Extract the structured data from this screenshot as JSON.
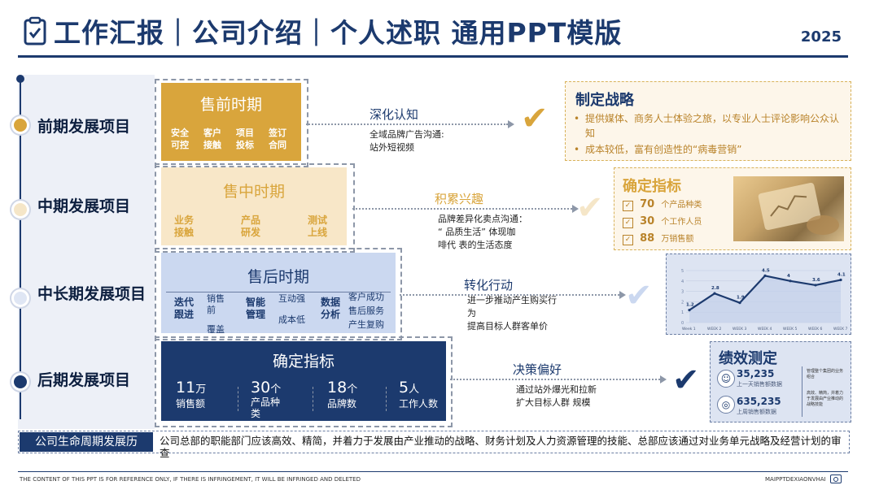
{
  "header": {
    "title": "工作汇报｜公司介绍｜个人述职 通用PPT模版",
    "year": "2025",
    "icon": "clipboard-check-icon"
  },
  "timeline": {
    "phases": [
      {
        "label": "前期发展项目",
        "dot_color": "#d9a53c"
      },
      {
        "label": "中期发展项目",
        "dot_color": "#f5e6c8"
      },
      {
        "label": "中长期发展项目",
        "dot_color": "#dfe6f4"
      },
      {
        "label": "后期发展项目",
        "dot_color": "#1c3a6e"
      }
    ]
  },
  "stages": {
    "presale": {
      "title": "售前时期",
      "items": [
        "安全\n可控",
        "客户\n接触",
        "项目\n投标",
        "签订\n合同"
      ],
      "color": "#d9a53c"
    },
    "midsale": {
      "title": "售中时期",
      "items": [
        "业务\n接触",
        "产品\n研发",
        "测试\n上线"
      ],
      "color": "#f8e7c8"
    },
    "aftersale": {
      "title": "售后时期",
      "groups": [
        {
          "main": "迭代\n跟进",
          "subs": [
            "销售前",
            "覆盖店"
          ]
        },
        {
          "main": "智能\n管理",
          "subs": [
            "互动强",
            "成本低"
          ]
        },
        {
          "main": "数据\n分析",
          "subs": [
            "客户成功",
            "售后服务",
            "产生复购"
          ]
        }
      ],
      "color": "#cbd8f0"
    },
    "metrics": {
      "title": "确定指标",
      "color": "#1c3a6e",
      "items": [
        {
          "num": "11",
          "unit": "万",
          "label": "销售额"
        },
        {
          "num": "30",
          "unit": "个",
          "label": "产品种类"
        },
        {
          "num": "18",
          "unit": "个",
          "label": "品牌数"
        },
        {
          "num": "5",
          "unit": "人",
          "label": "工作人数"
        }
      ]
    }
  },
  "arrows": [
    {
      "title": "深化认知",
      "desc": "全域品牌广告沟通:\n站外短视频"
    },
    {
      "title": "积累兴趣",
      "desc": "品牌差异化卖点沟通：\n“ 品质生活” 体现咖\n啡代 表的生活态度"
    },
    {
      "title": "转化行动",
      "desc": "进一步推动产生购买行\n为\n提高目标人群客单价"
    },
    {
      "title": "决策偏好",
      "desc": "通过站外爆光和拉新\n扩大目标人群 规模"
    }
  ],
  "strategy_card": {
    "title": "制定战略",
    "bullets": [
      "提供媒体、商务人士体验之旅，以专业人士评论影响公众认知",
      "成本较低，富有创造性的“病毒营销”"
    ]
  },
  "indicator_card": {
    "title": "确定指标",
    "rows": [
      {
        "num": "70",
        "label": "个产品种类"
      },
      {
        "num": "30",
        "label": "个工作人员"
      },
      {
        "num": "88",
        "label": "万销售额"
      }
    ]
  },
  "chart_data": {
    "type": "line",
    "categories": [
      "Week 1",
      "WEEK 2",
      "WEEK 3",
      "WEEK 4",
      "WEEK 5",
      "WEEK 6",
      "WEEK 7"
    ],
    "values": [
      1.2,
      2.8,
      1.9,
      4.5,
      4,
      3.6,
      4.1
    ],
    "ylim": [
      0,
      5
    ],
    "y_ticks": [
      0,
      1,
      2,
      3,
      4,
      5
    ],
    "color": "#1c3a6e"
  },
  "performance_card": {
    "title": "绩效测定",
    "rows": [
      {
        "value": "35,235",
        "caption": "上一天销售额数据",
        "note": "管理整个集团的业务组合",
        "icon": "user-icon"
      },
      {
        "value": "635,235",
        "caption": "上周销售额数据",
        "note": "高效、精简，并着力于发展由产业推动的战略技能",
        "icon": "target-icon"
      }
    ]
  },
  "bottom_bar": {
    "label": "公司生命周期发展历",
    "text": "公司总部的职能部门应该高效、精简，并着力于发展由产业推动的战略、财务计划及人力资源管理的技能、总部应该通过对业务单元战略及经营计划的审查"
  },
  "footer": {
    "left": "THE CONTENT OF THIS PPT IS FOR REFERENCE ONLY, IF THERE IS INFRINGEMENT, IT WILL BE INFRINGED AND DELETED",
    "right": "MAIPPTDEXIAONVHAI"
  }
}
